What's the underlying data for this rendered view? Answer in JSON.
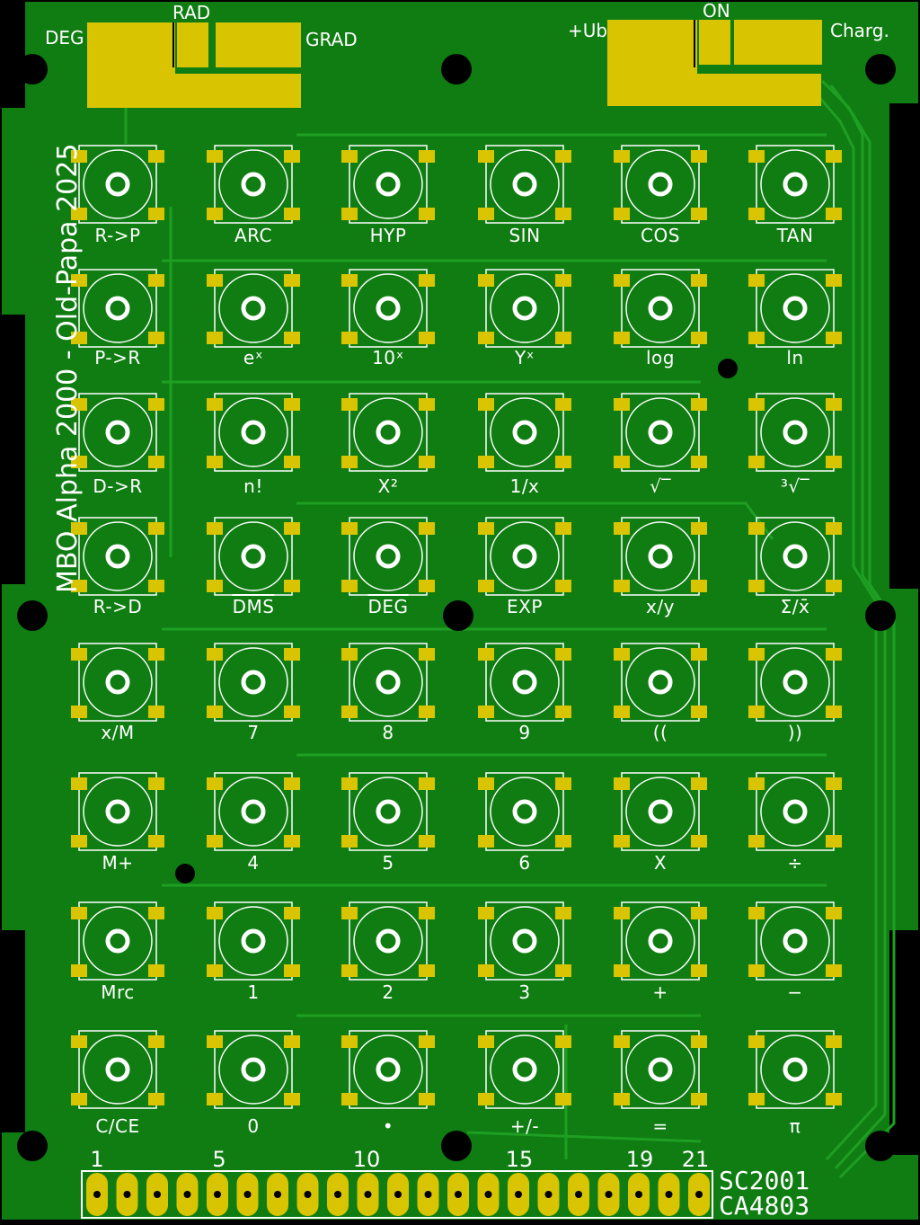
{
  "colors": {
    "board": "#0f7d12",
    "edge": "#000000",
    "trace": "#1f9e24",
    "pad": "#d8c400",
    "silk": "#ffffff"
  },
  "board_title": "MBO Alpha 2000 - Old-Papa 2025",
  "switch_labels": {
    "deg": "DEG",
    "rad": "RAD",
    "grad": "GRAD",
    "ub": "+Ub",
    "on": "ON",
    "charge": "Charg."
  },
  "keys": [
    [
      "R->P",
      "ARC",
      "HYP",
      "SIN",
      "COS",
      "TAN"
    ],
    [
      "P->R",
      "eˣ",
      "10ˣ",
      "Yˣ",
      "log",
      "ln"
    ],
    [
      "D->R",
      "n!",
      "X²",
      "1/x",
      "√‾",
      "³√‾"
    ],
    [
      "R->D",
      "DMS",
      "DEG",
      "EXP",
      "x/y",
      "Σ/x̄"
    ],
    [
      "x/M",
      "7",
      "8",
      "9",
      "((",
      "))"
    ],
    [
      "M+",
      "4",
      "5",
      "6",
      "X",
      "÷"
    ],
    [
      "Mrc",
      "1",
      "2",
      "3",
      "+",
      "−"
    ],
    [
      "C/CE",
      "0",
      "•",
      "+/-",
      "=",
      "π"
    ]
  ],
  "connector_numbers": [
    "1",
    "5",
    "10",
    "15",
    "19",
    "21"
  ],
  "codes": [
    "SC2001",
    "CA4803"
  ]
}
